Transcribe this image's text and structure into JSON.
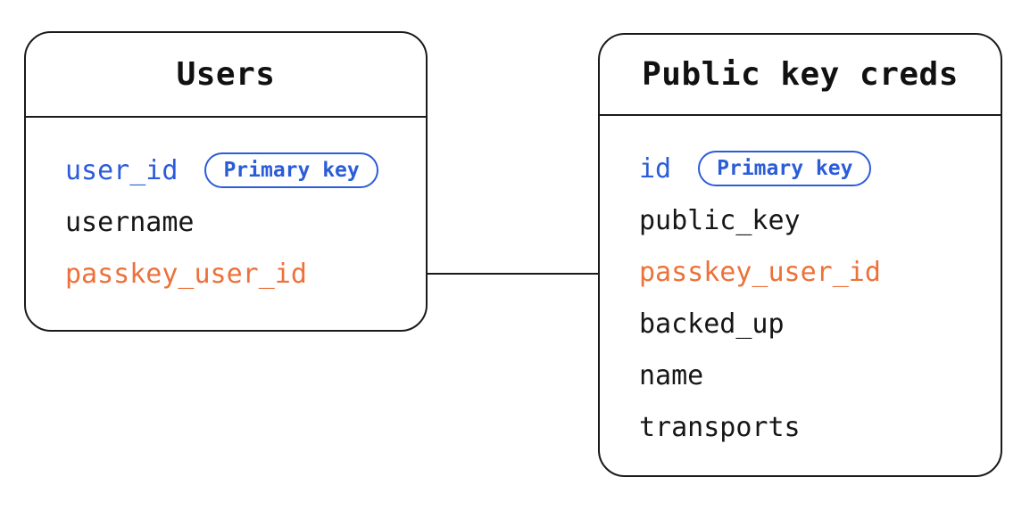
{
  "diagram": {
    "tables": [
      {
        "title": "Users",
        "fields": [
          {
            "name": "user_id",
            "color": "blue",
            "badge": "Primary key"
          },
          {
            "name": "username",
            "color": "black"
          },
          {
            "name": "passkey_user_id",
            "color": "orange"
          }
        ]
      },
      {
        "title": "Public key creds",
        "fields": [
          {
            "name": "id",
            "color": "blue",
            "badge": "Primary key"
          },
          {
            "name": "public_key",
            "color": "black"
          },
          {
            "name": "passkey_user_id",
            "color": "orange"
          },
          {
            "name": "backed_up",
            "color": "black"
          },
          {
            "name": "name",
            "color": "black"
          },
          {
            "name": "transports",
            "color": "black"
          }
        ]
      }
    ],
    "relationship": {
      "from_table": "Users",
      "from_field": "passkey_user_id",
      "to_table": "Public key creds",
      "to_field": "passkey_user_id"
    },
    "colors": {
      "primary_key_blue": "#2b5cd9",
      "foreign_key_orange": "#ed7139",
      "text": "#161616",
      "border": "#1a1a1a",
      "background": "#ffffff"
    }
  }
}
